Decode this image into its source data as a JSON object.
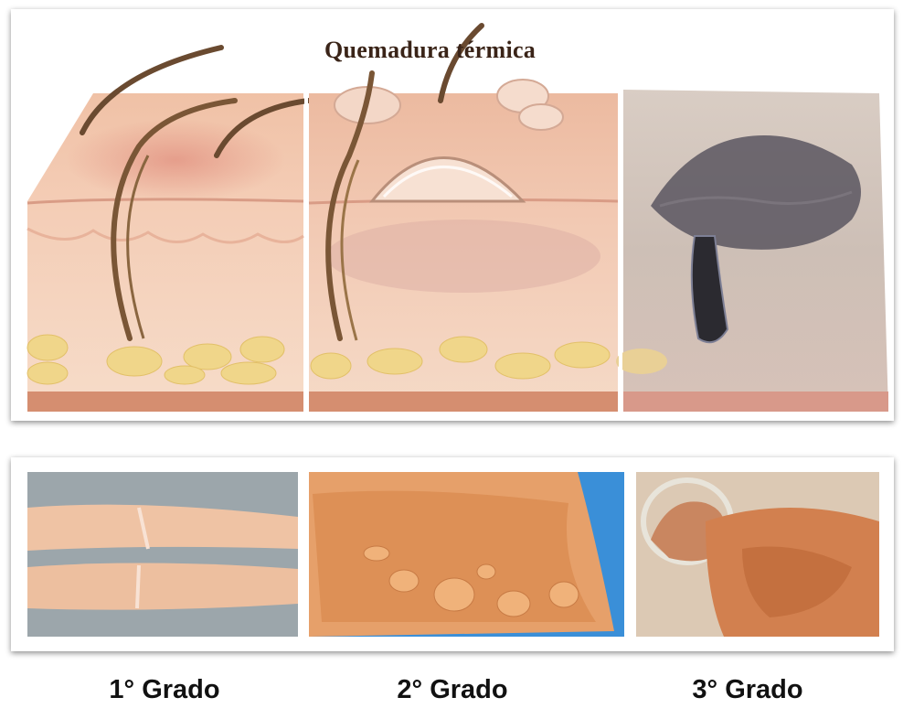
{
  "diagram": {
    "title": "Quemadura térmica",
    "sections": [
      {
        "name": "first-degree-skin-section",
        "color": "#f2c7ad"
      },
      {
        "name": "second-degree-skin-section",
        "color": "#efc3ab"
      },
      {
        "name": "third-degree-skin-section",
        "color": "#cbbfb5"
      }
    ]
  },
  "photos": [
    {
      "name": "first-degree-photo",
      "bg": "#9aa3a8",
      "skin": "#f0c4a6"
    },
    {
      "name": "second-degree-photo",
      "bg": "#3a8fd8",
      "skin": "#e49a5f"
    },
    {
      "name": "third-degree-photo",
      "bg": "#d8c7b2",
      "skin": "#d5875a"
    }
  ],
  "captions": [
    "1° Grado",
    "2° Grado",
    "3° Grado"
  ],
  "colors": {
    "dermis": "#f3d3bf",
    "fat": "#f1d98a",
    "muscle": "#d98b6c",
    "eschar": "#4c4a52"
  }
}
